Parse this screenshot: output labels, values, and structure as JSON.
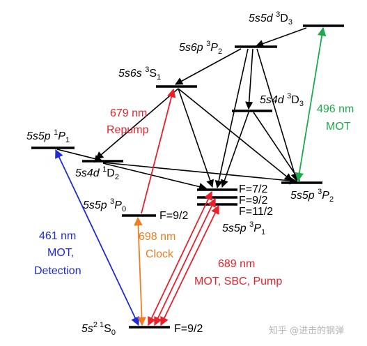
{
  "levels": {
    "d3_5s5d": {
      "state": "5s5d ",
      "mult": "3",
      "term": "D",
      "j": "3"
    },
    "p2_5s6p": {
      "state": "5s6p ",
      "mult": "3",
      "term": "P",
      "j": "2"
    },
    "s1_5s6s": {
      "state": "5s6s ",
      "mult": "3",
      "term": "S",
      "j": "1"
    },
    "d3_5s4d": {
      "state": "5s4d ",
      "mult": "3",
      "term": "D",
      "j": "3"
    },
    "p1_5s5p_singlet": {
      "state": "5s5p ",
      "mult": "1",
      "term": "P",
      "j": "1"
    },
    "d2_5s4d": {
      "state": "5s4d ",
      "mult": "1",
      "term": "D",
      "j": "2"
    },
    "p0_5s5p": {
      "state": "5s5p ",
      "mult": "3",
      "term": "P",
      "j": "0",
      "f": "F=9/2"
    },
    "p1_5s5p_triplet": {
      "state": "5s5p ",
      "mult": "3",
      "term": "P",
      "j": "1",
      "f_upper": "F=7/2",
      "f_mid": "F=9/2",
      "f_lower": "F=11/2"
    },
    "p2_5s5p": {
      "state": "5s5p ",
      "mult": "3",
      "term": "P",
      "j": "2"
    },
    "ground": {
      "state": "5s",
      "sq": "2",
      "mult": "1",
      "term": "S",
      "j": "0",
      "f": "F=9/2"
    }
  },
  "transitions": {
    "repump": {
      "wavelength": "679 nm",
      "purpose": "Repump",
      "color": "#e8202a"
    },
    "mot_496": {
      "wavelength": "496 nm",
      "purpose": "MOT",
      "color": "#1daa4a"
    },
    "blue_461": {
      "wavelength": "461 nm",
      "purpose1": "MOT,",
      "purpose2": "Detection",
      "color": "#1f2bd6"
    },
    "clock": {
      "wavelength": "698 nm",
      "purpose": "Clock",
      "color": "#ef7d1f"
    },
    "red_689": {
      "wavelength": "689 nm",
      "purpose": "MOT, SBC, Pump",
      "color": "#e8202a"
    }
  },
  "watermark": "知乎 @进击的钢弹"
}
